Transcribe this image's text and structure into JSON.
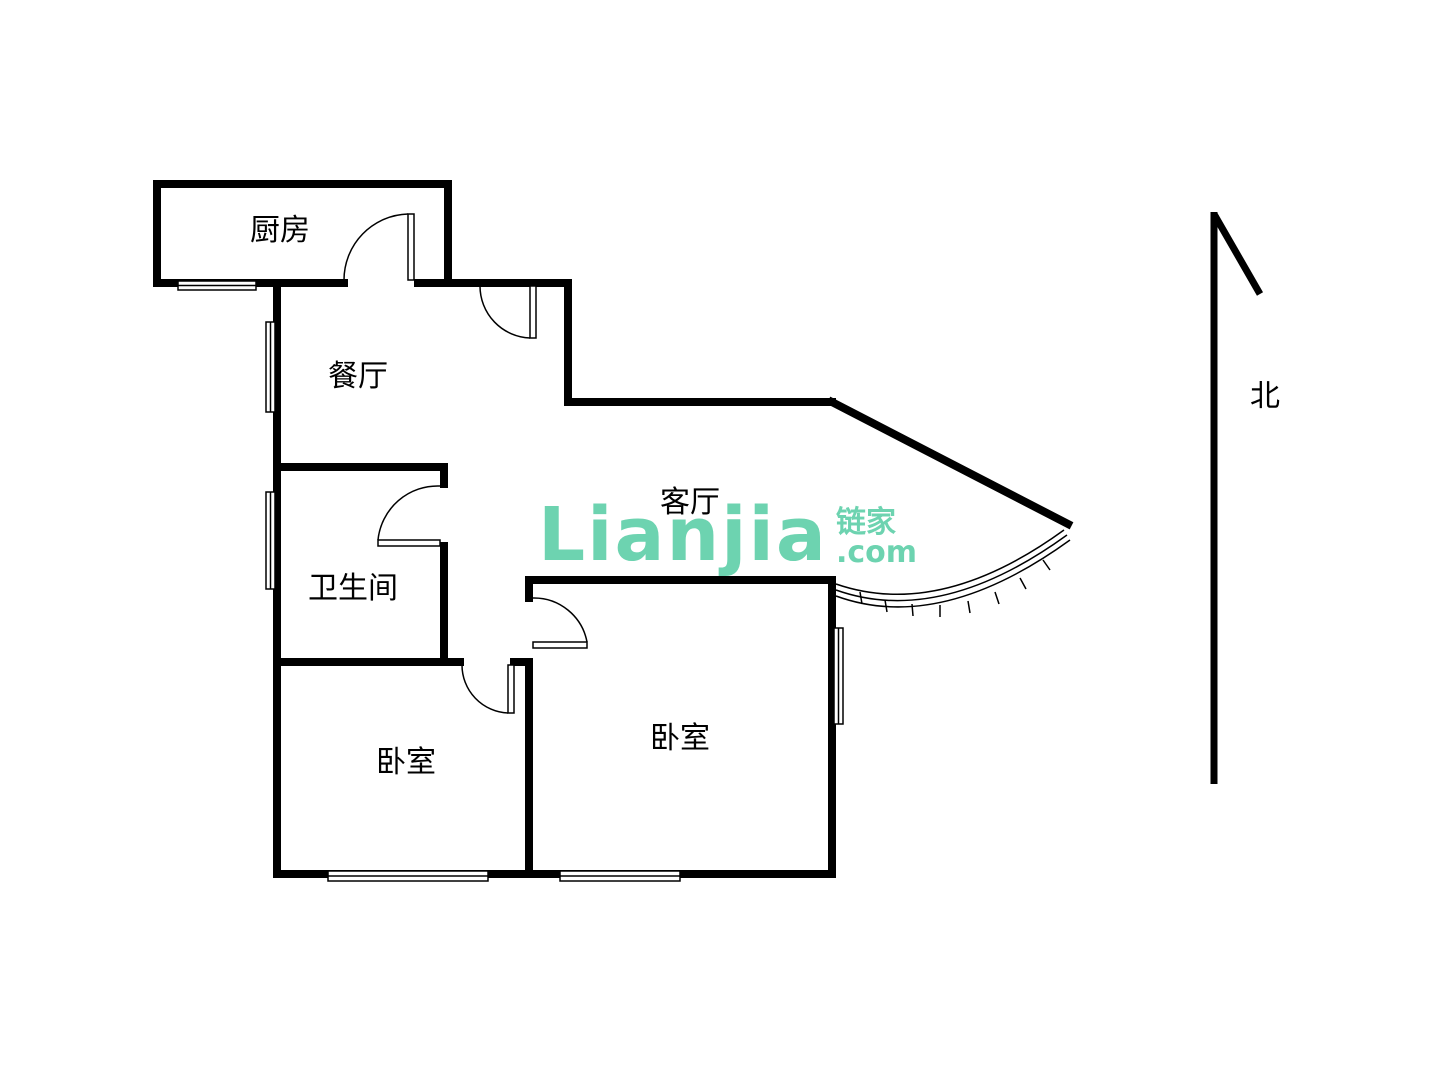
{
  "rooms": {
    "kitchen": "厨房",
    "dining": "餐厅",
    "living": "客厅",
    "bathroom": "卫生间",
    "bedroom_left": "卧室",
    "bedroom_right": "卧室"
  },
  "north_label": "北",
  "watermark": {
    "main": "Lianjia",
    "cn": "链家",
    "domain": ".com",
    "color": "#5ecfa8"
  }
}
